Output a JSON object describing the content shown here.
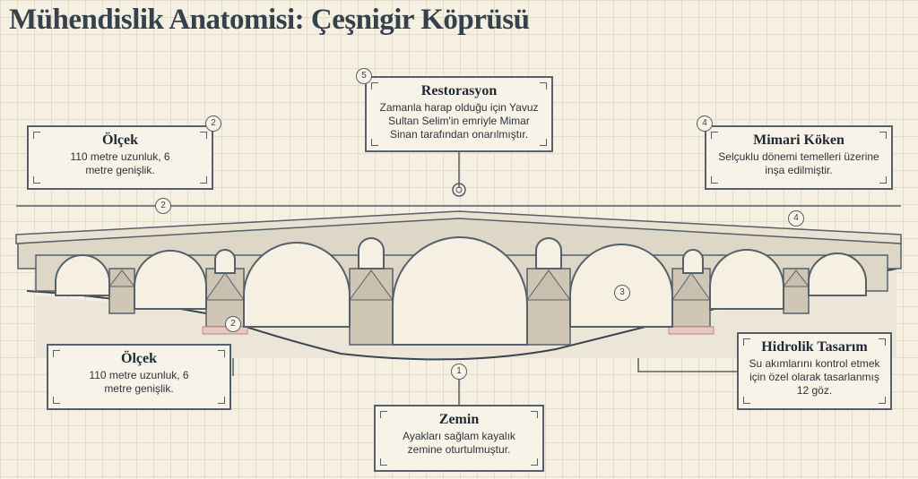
{
  "title": "Mühendislik Anatomisi: Çeşnigir Köprüsü",
  "callouts": {
    "restorasyon": {
      "number": "5",
      "title": "Restorasyon",
      "text": "Zamanla harap olduğu için Yavuz Sultan Selim'in emriyle Mimar Sinan tarafından onarılmıştır."
    },
    "olcek_top": {
      "number": "2",
      "title": "Ölçek",
      "text": "110 metre uzunluk, 6 metre genişlik."
    },
    "mimari": {
      "number": "4",
      "title": "Mimari Köken",
      "text": "Selçuklu dönemi temelleri üzerine inşa edilmiştir."
    },
    "olcek_bottom": {
      "number": "2",
      "title": "Ölçek",
      "text": "110 metre uzunluk, 6 metre genişlik."
    },
    "hidrolik": {
      "number": "3",
      "title": "Hidrolik Tasarım",
      "text": "Su akımlarını kontrol etmek için özel olarak tasarlanmış 12 göz."
    },
    "zemin": {
      "number": "1",
      "title": "Zemin",
      "text": "Ayakları sağlam kayalık zemine oturtulmuştur."
    }
  },
  "dimension_markers": {
    "length": "2",
    "width": "4"
  }
}
